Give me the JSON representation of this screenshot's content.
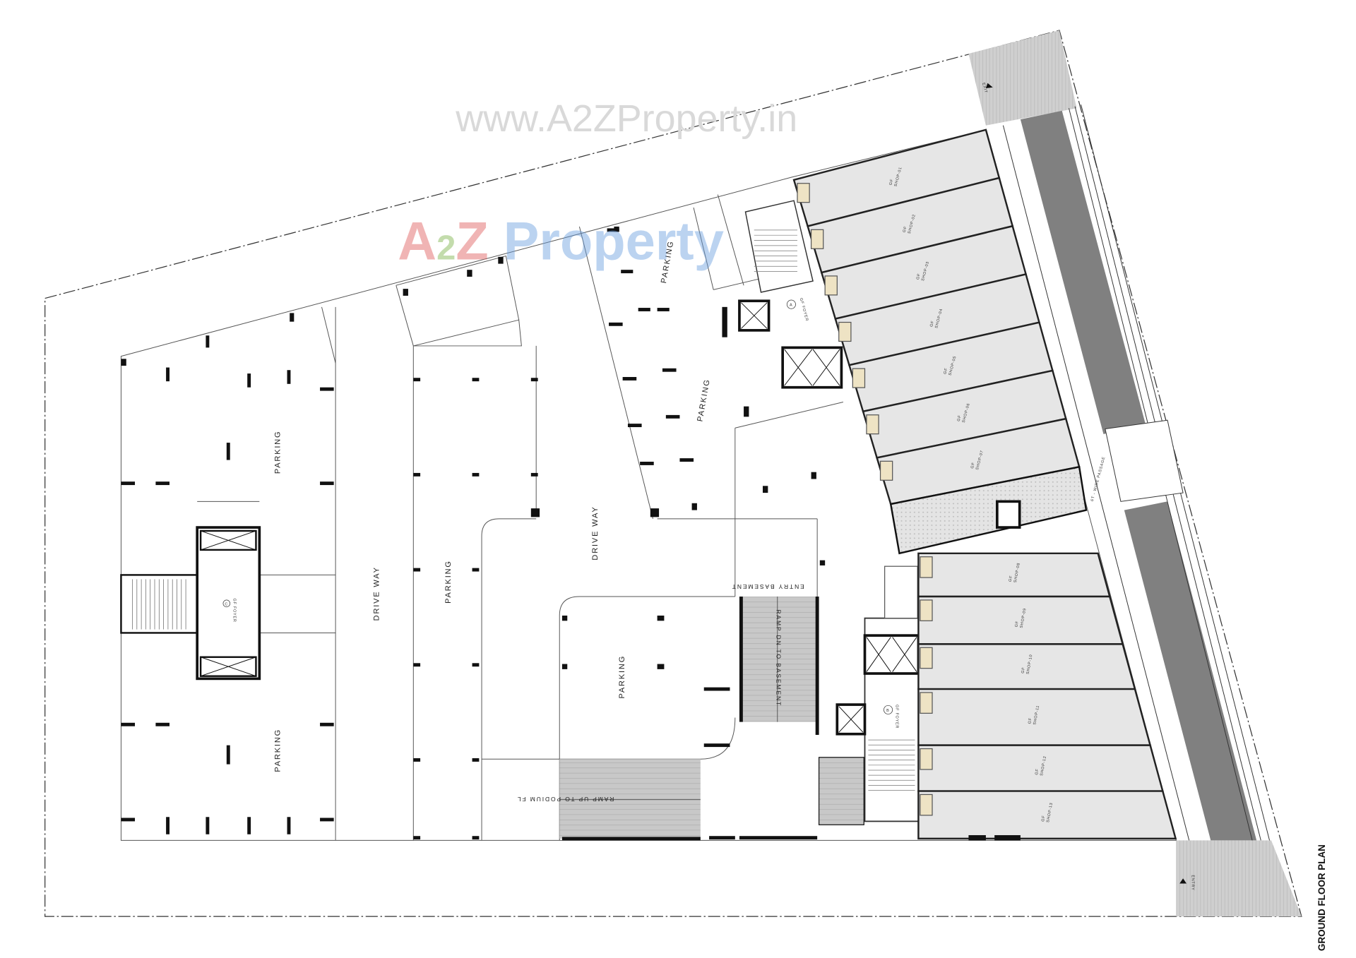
{
  "title": "GROUND FLOOR PLAN",
  "watermark": {
    "url": "www.A2ZProperty.in",
    "brand_a": "A",
    "brand_2": "2",
    "brand_z": "Z",
    "brand_rest": " Property"
  },
  "colors": {
    "shop_fill": "#e6e6e6",
    "toilet_fill": "#eee3c4",
    "road": "#808080",
    "hatch": "#cfcfcf",
    "wall": "#111111"
  },
  "site": {
    "exit_label": "EXIT",
    "entry_label": "ENTRY",
    "passage_label": "6T - WIDE PASSAGE"
  },
  "areas": {
    "parking_left_top": "PARKING",
    "parking_left_bottom": "PARKING",
    "driveway_left": "DRIVE WAY",
    "parking_mid": "PARKING",
    "driveway_mid": "DRIVE WAY",
    "parking_top_1": "PARKING",
    "parking_top_2": "PARKING",
    "parking_center": "PARKING",
    "ramp_down": "RAMP DN TO BASEMENT",
    "ramp_down_entry": "ENTRY BASEMENT",
    "ramp_up": "RAMP UP TO PODIUM FL"
  },
  "cores": {
    "a": {
      "mark": "A",
      "label": "GF FOYER"
    },
    "b": {
      "mark": "B",
      "label": "GF FOYER"
    },
    "c": {
      "mark": "C",
      "label": "GF FOYER"
    }
  },
  "shops_upper": [
    {
      "level": "GF",
      "name": "SHOP-01"
    },
    {
      "level": "GF",
      "name": "SHOP-02"
    },
    {
      "level": "GF",
      "name": "SHOP-03"
    },
    {
      "level": "GF",
      "name": "SHOP-04"
    },
    {
      "level": "GF",
      "name": "SHOP-05"
    },
    {
      "level": "GF",
      "name": "SHOP-06"
    },
    {
      "level": "GF",
      "name": "SHOP-07"
    }
  ],
  "shops_lower": [
    {
      "level": "GF",
      "name": "SHOP-08"
    },
    {
      "level": "GF",
      "name": "SHOP-09"
    },
    {
      "level": "GF",
      "name": "SHOP-10"
    },
    {
      "level": "GF",
      "name": "SHOP-11"
    },
    {
      "level": "GF",
      "name": "SHOP-12"
    },
    {
      "level": "GF",
      "name": "SHOP-13"
    }
  ]
}
